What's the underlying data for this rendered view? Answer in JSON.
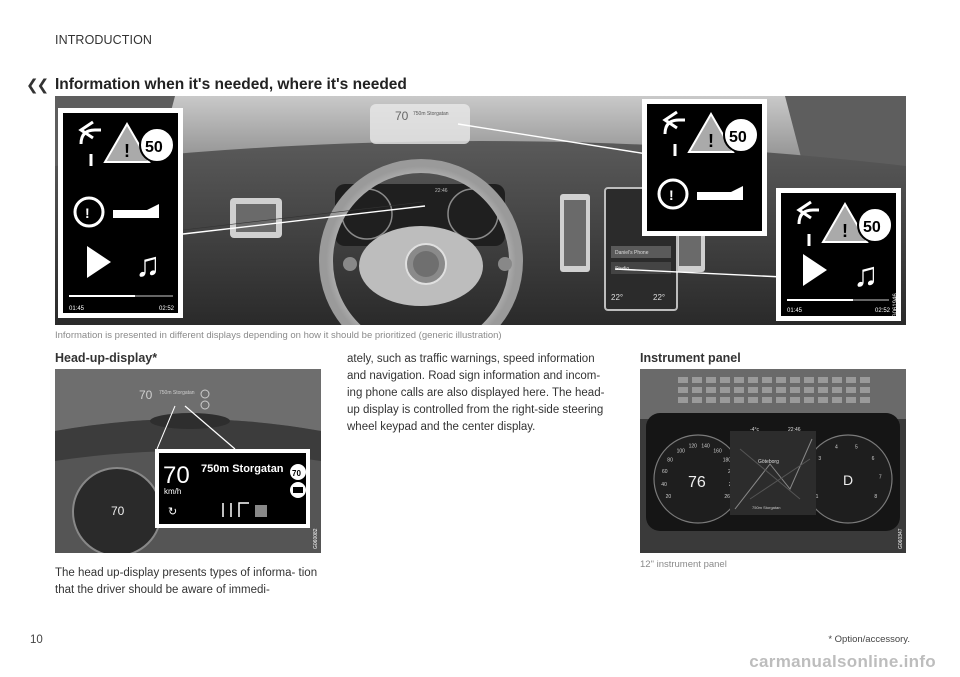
{
  "header": {
    "section_label": "INTRODUCTION",
    "back_icon": "double-chevron-left",
    "title": "Information when it's needed, where it's needed"
  },
  "hero": {
    "caption": "Information is presented in different displays depending on how it should be prioritized (generic illustration)",
    "image_code": "G061946",
    "hud_speed": "70",
    "hud_street": "750m Storgatan",
    "cluster_time": "22:46",
    "center_items": [
      "Daniel's Phone",
      "Studio"
    ],
    "center_temp_left": "22°",
    "center_temp_right": "22°",
    "callout_speed_limit": "50",
    "callout_time_start": "01:45",
    "callout_time_end": "02:52"
  },
  "hud_section": {
    "heading": "Head-up-display",
    "asterisk": "*",
    "image_code": "G060082",
    "speed": "70",
    "unit": "km/h",
    "street": "750m Storgatan",
    "limit": "70",
    "body_left": "The head up-display presents types of informa- tion that the driver should be aware of immedi-",
    "body_right": "ately, such as traffic warnings, speed information and navigation. Road sign information and incom- ing phone calls are also displayed here. The head-up display is controlled from the right-side steering wheel keypad and the center display."
  },
  "instrument_section": {
    "heading": "Instrument panel",
    "image_code": "G060347",
    "caption": "12\" instrument panel",
    "speed": "76",
    "time": "22:46",
    "outside_temp": "-4°c",
    "gear": "D",
    "city": "Göteborg",
    "nav_text": "750m Storgatan",
    "speed_ticks": [
      "20",
      "40",
      "60",
      "80",
      "100",
      "120",
      "140",
      "160",
      "180",
      "200",
      "230",
      "260"
    ],
    "rpm_ticks": [
      "1",
      "2",
      "3",
      "4",
      "5",
      "6",
      "7",
      "8"
    ]
  },
  "footer": {
    "page_number": "10",
    "footnote": "* Option/accessory.",
    "watermark": "carmanualsonline.info"
  }
}
